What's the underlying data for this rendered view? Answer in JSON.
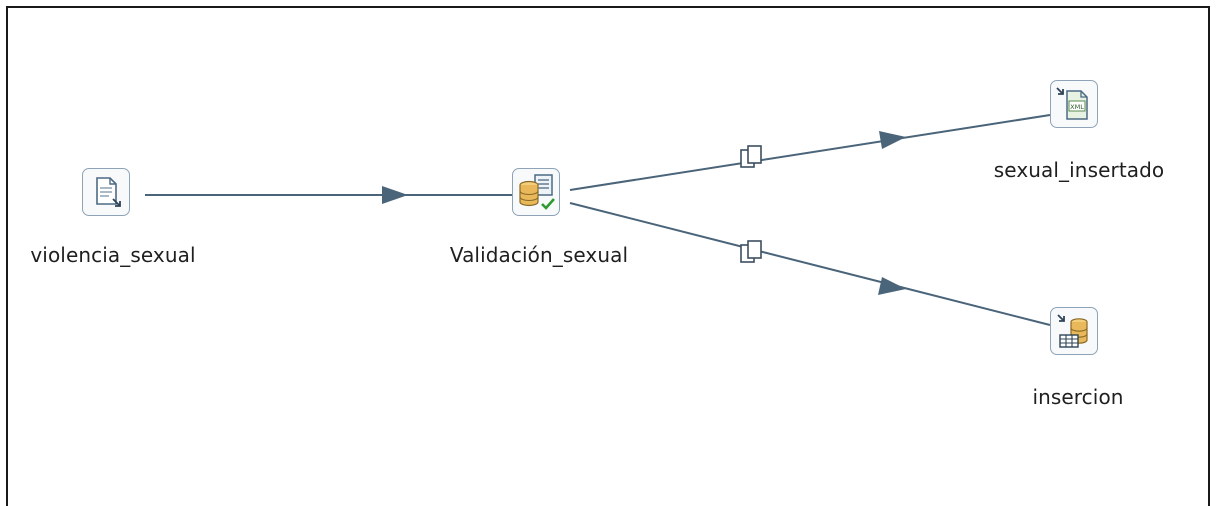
{
  "steps": {
    "input": {
      "label": "violencia_sexual",
      "icon": "text-file-input-icon"
    },
    "validator": {
      "label": "Validación_sexual",
      "icon": "data-validator-icon"
    },
    "xml_output": {
      "label": "sexual_insertado",
      "icon": "xml-output-icon"
    },
    "table_output": {
      "label": "insercion",
      "icon": "table-output-icon"
    }
  },
  "hops": [
    {
      "from": "violencia_sexual",
      "to": "Validación_sexual",
      "copy_rows": false
    },
    {
      "from": "Validación_sexual",
      "to": "sexual_insertado",
      "copy_rows": true
    },
    {
      "from": "Validación_sexual",
      "to": "insercion",
      "copy_rows": true
    }
  ],
  "colors": {
    "hop": "#4a6479",
    "icon_border": "#8fa3b8",
    "check": "#2e9b2e",
    "db": "#d9a441"
  }
}
